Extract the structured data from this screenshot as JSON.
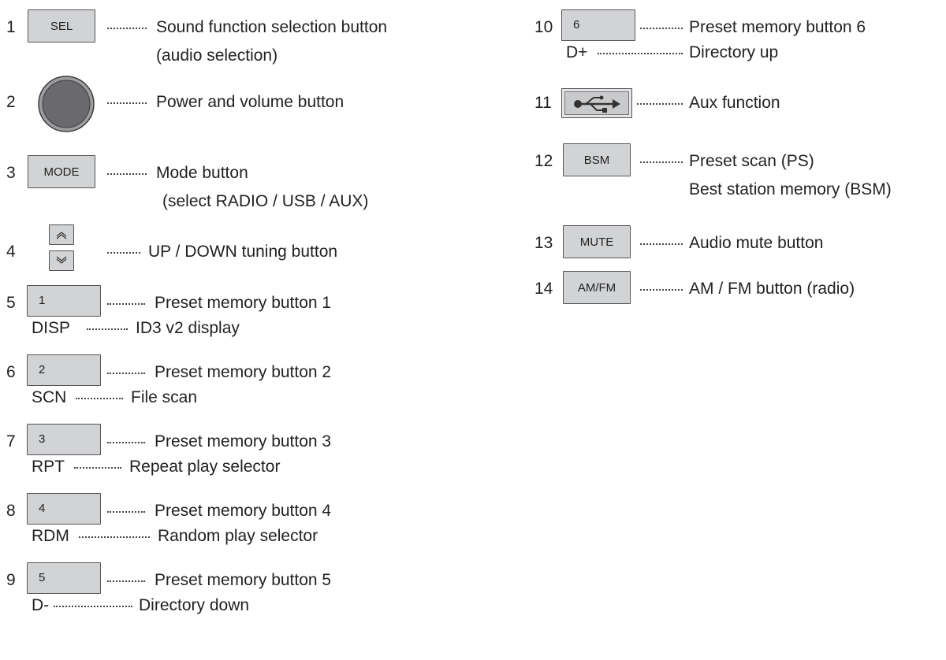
{
  "items": [
    {
      "num": "1",
      "button": "SEL",
      "desc": "Sound function selection button",
      "desc2": "(audio selection)"
    },
    {
      "num": "2",
      "button_icon": "knob-icon",
      "desc": "Power and volume button"
    },
    {
      "num": "3",
      "button": "MODE",
      "desc": "Mode button",
      "desc2": "(select RADIO / USB / AUX)"
    },
    {
      "num": "4",
      "button_icon": "up-down-arrow-icon",
      "desc": "UP / DOWN tuning button"
    },
    {
      "num": "5",
      "button": "1",
      "desc": "Preset memory button 1",
      "sub_key": "DISP",
      "sub_desc": "ID3 v2 display"
    },
    {
      "num": "6",
      "button": "2",
      "desc": "Preset memory button 2",
      "sub_key": "SCN",
      "sub_desc": "File scan"
    },
    {
      "num": "7",
      "button": "3",
      "desc": "Preset memory button 3",
      "sub_key": "RPT",
      "sub_desc": "Repeat play selector"
    },
    {
      "num": "8",
      "button": "4",
      "desc": "Preset memory button 4",
      "sub_key": "RDM",
      "sub_desc": "Random play selector"
    },
    {
      "num": "9",
      "button": "5",
      "desc": "Preset memory button 5",
      "sub_key": "D-",
      "sub_desc": "Directory down"
    },
    {
      "num": "10",
      "button": "6",
      "desc": "Preset memory button 6",
      "sub_key": "D+",
      "sub_desc": "Directory up"
    },
    {
      "num": "11",
      "button_icon": "usb-icon",
      "desc": "Aux function"
    },
    {
      "num": "12",
      "button": "BSM",
      "desc": "Preset scan (PS)",
      "desc2": "Best station memory (BSM)"
    },
    {
      "num": "13",
      "button": "MUTE",
      "desc": "Audio mute button"
    },
    {
      "num": "14",
      "button": "AM/FM",
      "desc": "AM / FM button (radio)"
    }
  ]
}
